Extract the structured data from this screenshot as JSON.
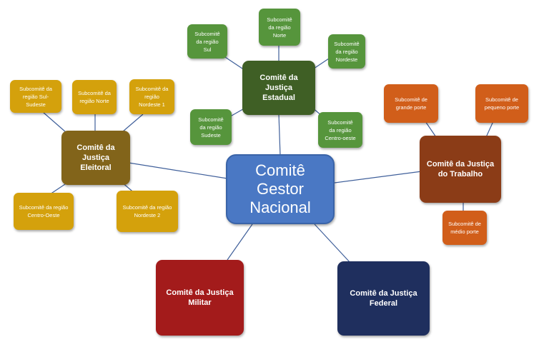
{
  "center": {
    "label": "Comitê\nGestor\nNacional",
    "color": "#4a78c4"
  },
  "committees": {
    "eleitoral": {
      "label": "Comitê da Justiça\nEleitoral",
      "color": "#82641a",
      "subs": [
        "Subcomitê da\nregião Sul-\nSudeste",
        "Subcomitê da\nregião Norte",
        "Subcomitê da\nregião\nNordeste 1",
        "Subcomitê da região\nCentro-Oeste",
        "Subcomitê da região\nNordeste 2"
      ],
      "sub_color": "#d4a10c"
    },
    "estadual": {
      "label": "Comitê da Justiça\nEstadual",
      "color": "#3f5f25",
      "subs": [
        "Subcomitê\nda região\nSul",
        "Subcomitê\nda região\nNorte",
        "Subcomitê\nda região\nNordeste",
        "Subcomitê\nda região\nSudeste",
        "Subcomitê\nda região\nCentro-oeste"
      ],
      "sub_color": "#56953c"
    },
    "trabalho": {
      "label": "Comitê da Justiça\ndo Trabalho",
      "color": "#8b3c17",
      "subs": [
        "Subcomitê de\ngrande porte",
        "Subcomitê de\npequeno porte",
        "Subcomitê de\nmédio porte"
      ],
      "sub_color": "#d15e1a"
    },
    "militar": {
      "label": "Comitê da Justiça\nMilitar",
      "color": "#a31b1b"
    },
    "federal": {
      "label": "Comitê da Justiça\nFederal",
      "color": "#1f2f5e"
    }
  },
  "line_color": "#3f5f9a"
}
